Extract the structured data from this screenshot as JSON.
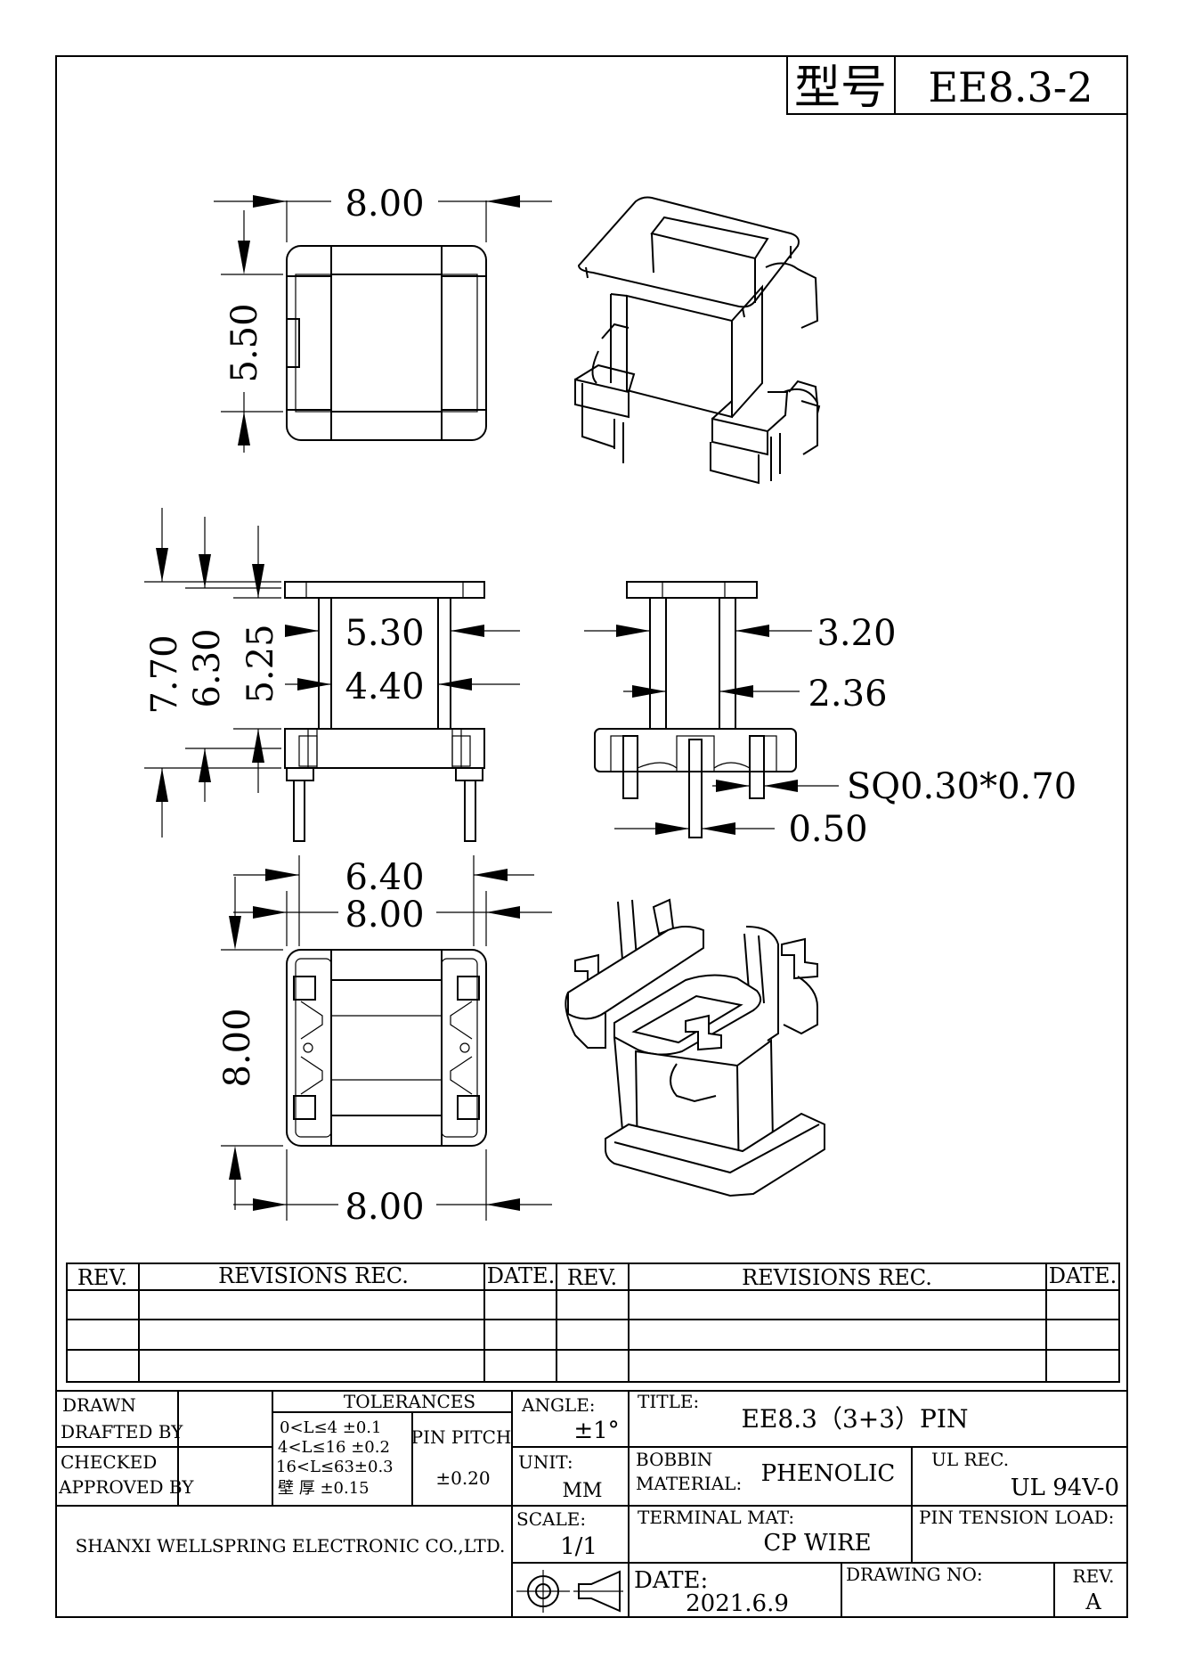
{
  "model": {
    "label": "型号",
    "value": "EE8.3-2"
  },
  "dimensions": {
    "top_width": "8.00",
    "top_height": "5.50",
    "front_h1": "7.70",
    "front_h2": "6.30",
    "front_h3": "5.25",
    "front_w1": "5.30",
    "front_w2": "4.40",
    "side_w1": "3.20",
    "side_w2": "2.36",
    "pin_size": "SQ0.30*0.70",
    "pin_offset": "0.50",
    "bottom_w1": "6.40",
    "bottom_w2": "8.00",
    "bottom_h": "8.00",
    "bottom_w3": "8.00"
  },
  "revision_table": {
    "headers": [
      "REV.",
      "REVISIONS   REC.",
      "DATE.",
      "REV.",
      "REVISIONS   REC.",
      "DATE."
    ]
  },
  "title_block": {
    "drawn": "DRAWN",
    "drafted_by": "DRAFTED BY",
    "checked": "CHECKED",
    "approved_by": "APPROVED BY",
    "tolerances_label": "TOLERANCES",
    "tol_rows": [
      "0<L≤4   ±0.1",
      "4<L≤16  ±0.2",
      "16<L≤63±0.3",
      "壁  厚  ±0.15"
    ],
    "pin_pitch_label": "PIN PITCH",
    "pin_pitch_value": "±0.20",
    "angle_label": "ANGLE:",
    "angle_value": "±1°",
    "unit_label": "UNIT:",
    "unit_value": "MM",
    "scale_label": "SCALE:",
    "scale_value": "1/1",
    "title_label": "TITLE:",
    "title_value": "EE8.3（3+3）PIN",
    "bobbin_label_1": "BOBBIN",
    "bobbin_label_2": "MATERIAL:",
    "bobbin_value": "PHENOLIC",
    "ul_label": "UL REC.",
    "ul_value": "UL 94V-0",
    "terminal_label": "TERMINAL MAT:",
    "terminal_value": "CP WIRE",
    "pin_tension_label": "PIN TENSION LOAD:",
    "company": "SHANXI WELLSPRING ELECTRONIC CO.,LTD.",
    "date_label": "DATE:",
    "date_value": "2021.6.9",
    "drawing_no_label": "DRAWING NO:",
    "rev_label": "REV.",
    "rev_value": "A"
  }
}
